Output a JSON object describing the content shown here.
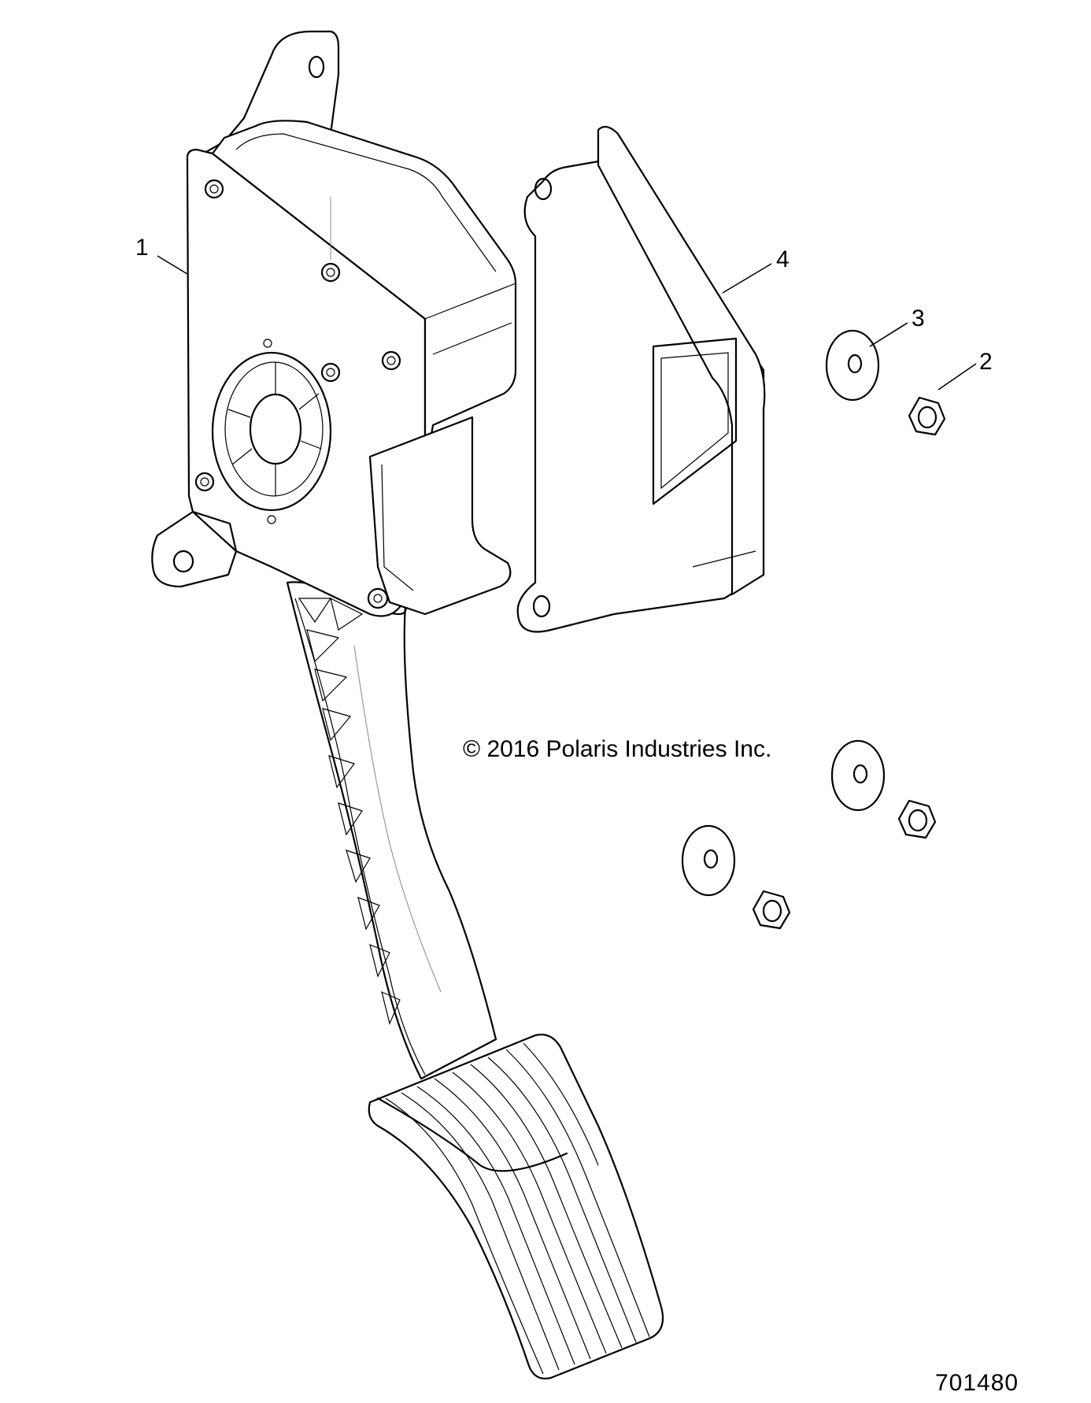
{
  "callouts": {
    "c1": "1",
    "c2": "2",
    "c3": "3",
    "c4": "4"
  },
  "copyright": "© 2016 Polaris Industries Inc.",
  "drawing_number": "701480"
}
